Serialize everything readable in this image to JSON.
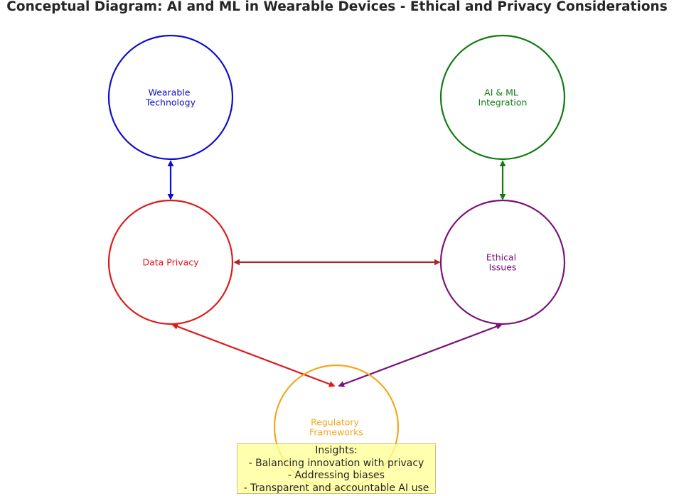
{
  "title": "Conceptual Diagram: AI and ML in Wearable Devices - Ethical and Privacy Considerations",
  "nodes": [
    {
      "id": "wearable",
      "lines": [
        "Wearable",
        "Technology"
      ],
      "color": "#0d0dcc"
    },
    {
      "id": "aiml",
      "lines": [
        "AI & ML",
        "Integration"
      ],
      "color": "#117a11"
    },
    {
      "id": "privacy",
      "lines": [
        "Data Privacy"
      ],
      "color": "#dd1a1a"
    },
    {
      "id": "ethical",
      "lines": [
        "Ethical",
        "Issues"
      ],
      "color": "#7a117a"
    },
    {
      "id": "regulatory",
      "lines": [
        "Regulatory",
        "Frameworks"
      ],
      "color": "#f0a81e"
    }
  ],
  "edges": [
    {
      "from": "wearable",
      "to": "privacy",
      "color": "#0d0dcc"
    },
    {
      "from": "aiml",
      "to": "ethical",
      "color": "#117a11"
    },
    {
      "from": "privacy",
      "to": "ethical",
      "color": "#a52a2a"
    },
    {
      "from": "privacy",
      "to": "regulatory",
      "color": "#dd1a1a"
    },
    {
      "from": "ethical",
      "to": "regulatory",
      "color": "#7a117a"
    }
  ],
  "insights": {
    "heading": "Insights:",
    "items": [
      "- Balancing innovation with privacy",
      "- Addressing biases",
      "- Transparent and accountable AI use"
    ]
  }
}
